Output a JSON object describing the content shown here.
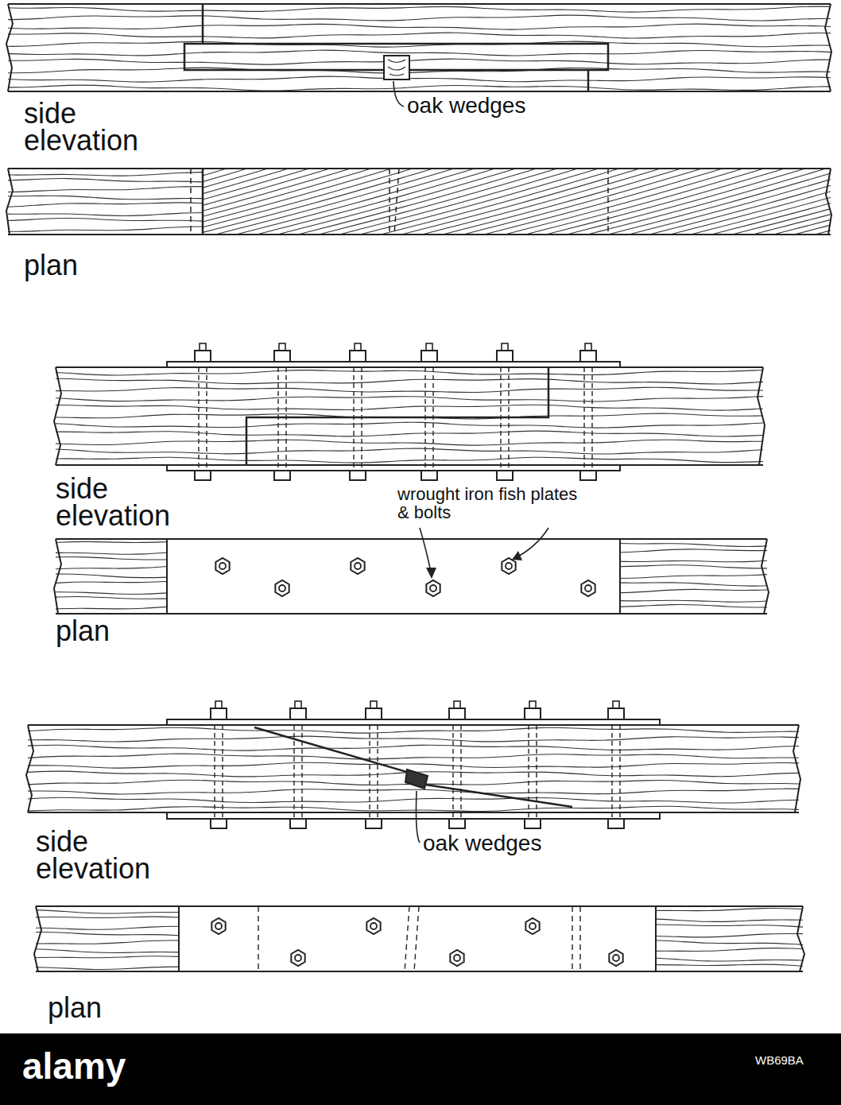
{
  "diagram": {
    "labels": [
      "side elevation",
      "oak wedges",
      "plan",
      "side elevation",
      "wrought iron fish plates & bolts",
      "plan",
      "side elevation",
      "oak wedges",
      "plan",
      "alamy",
      "WB69BA"
    ]
  }
}
